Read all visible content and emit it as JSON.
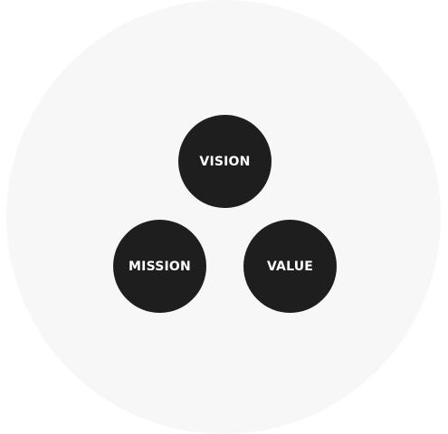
{
  "colors": {
    "background_circle": "#f7f7f7",
    "node_fill": "#1e1e1e",
    "label_text": "#ffffff"
  },
  "nodes": [
    {
      "label": "VISION"
    },
    {
      "label": "MISSION"
    },
    {
      "label": "VALUE"
    }
  ]
}
